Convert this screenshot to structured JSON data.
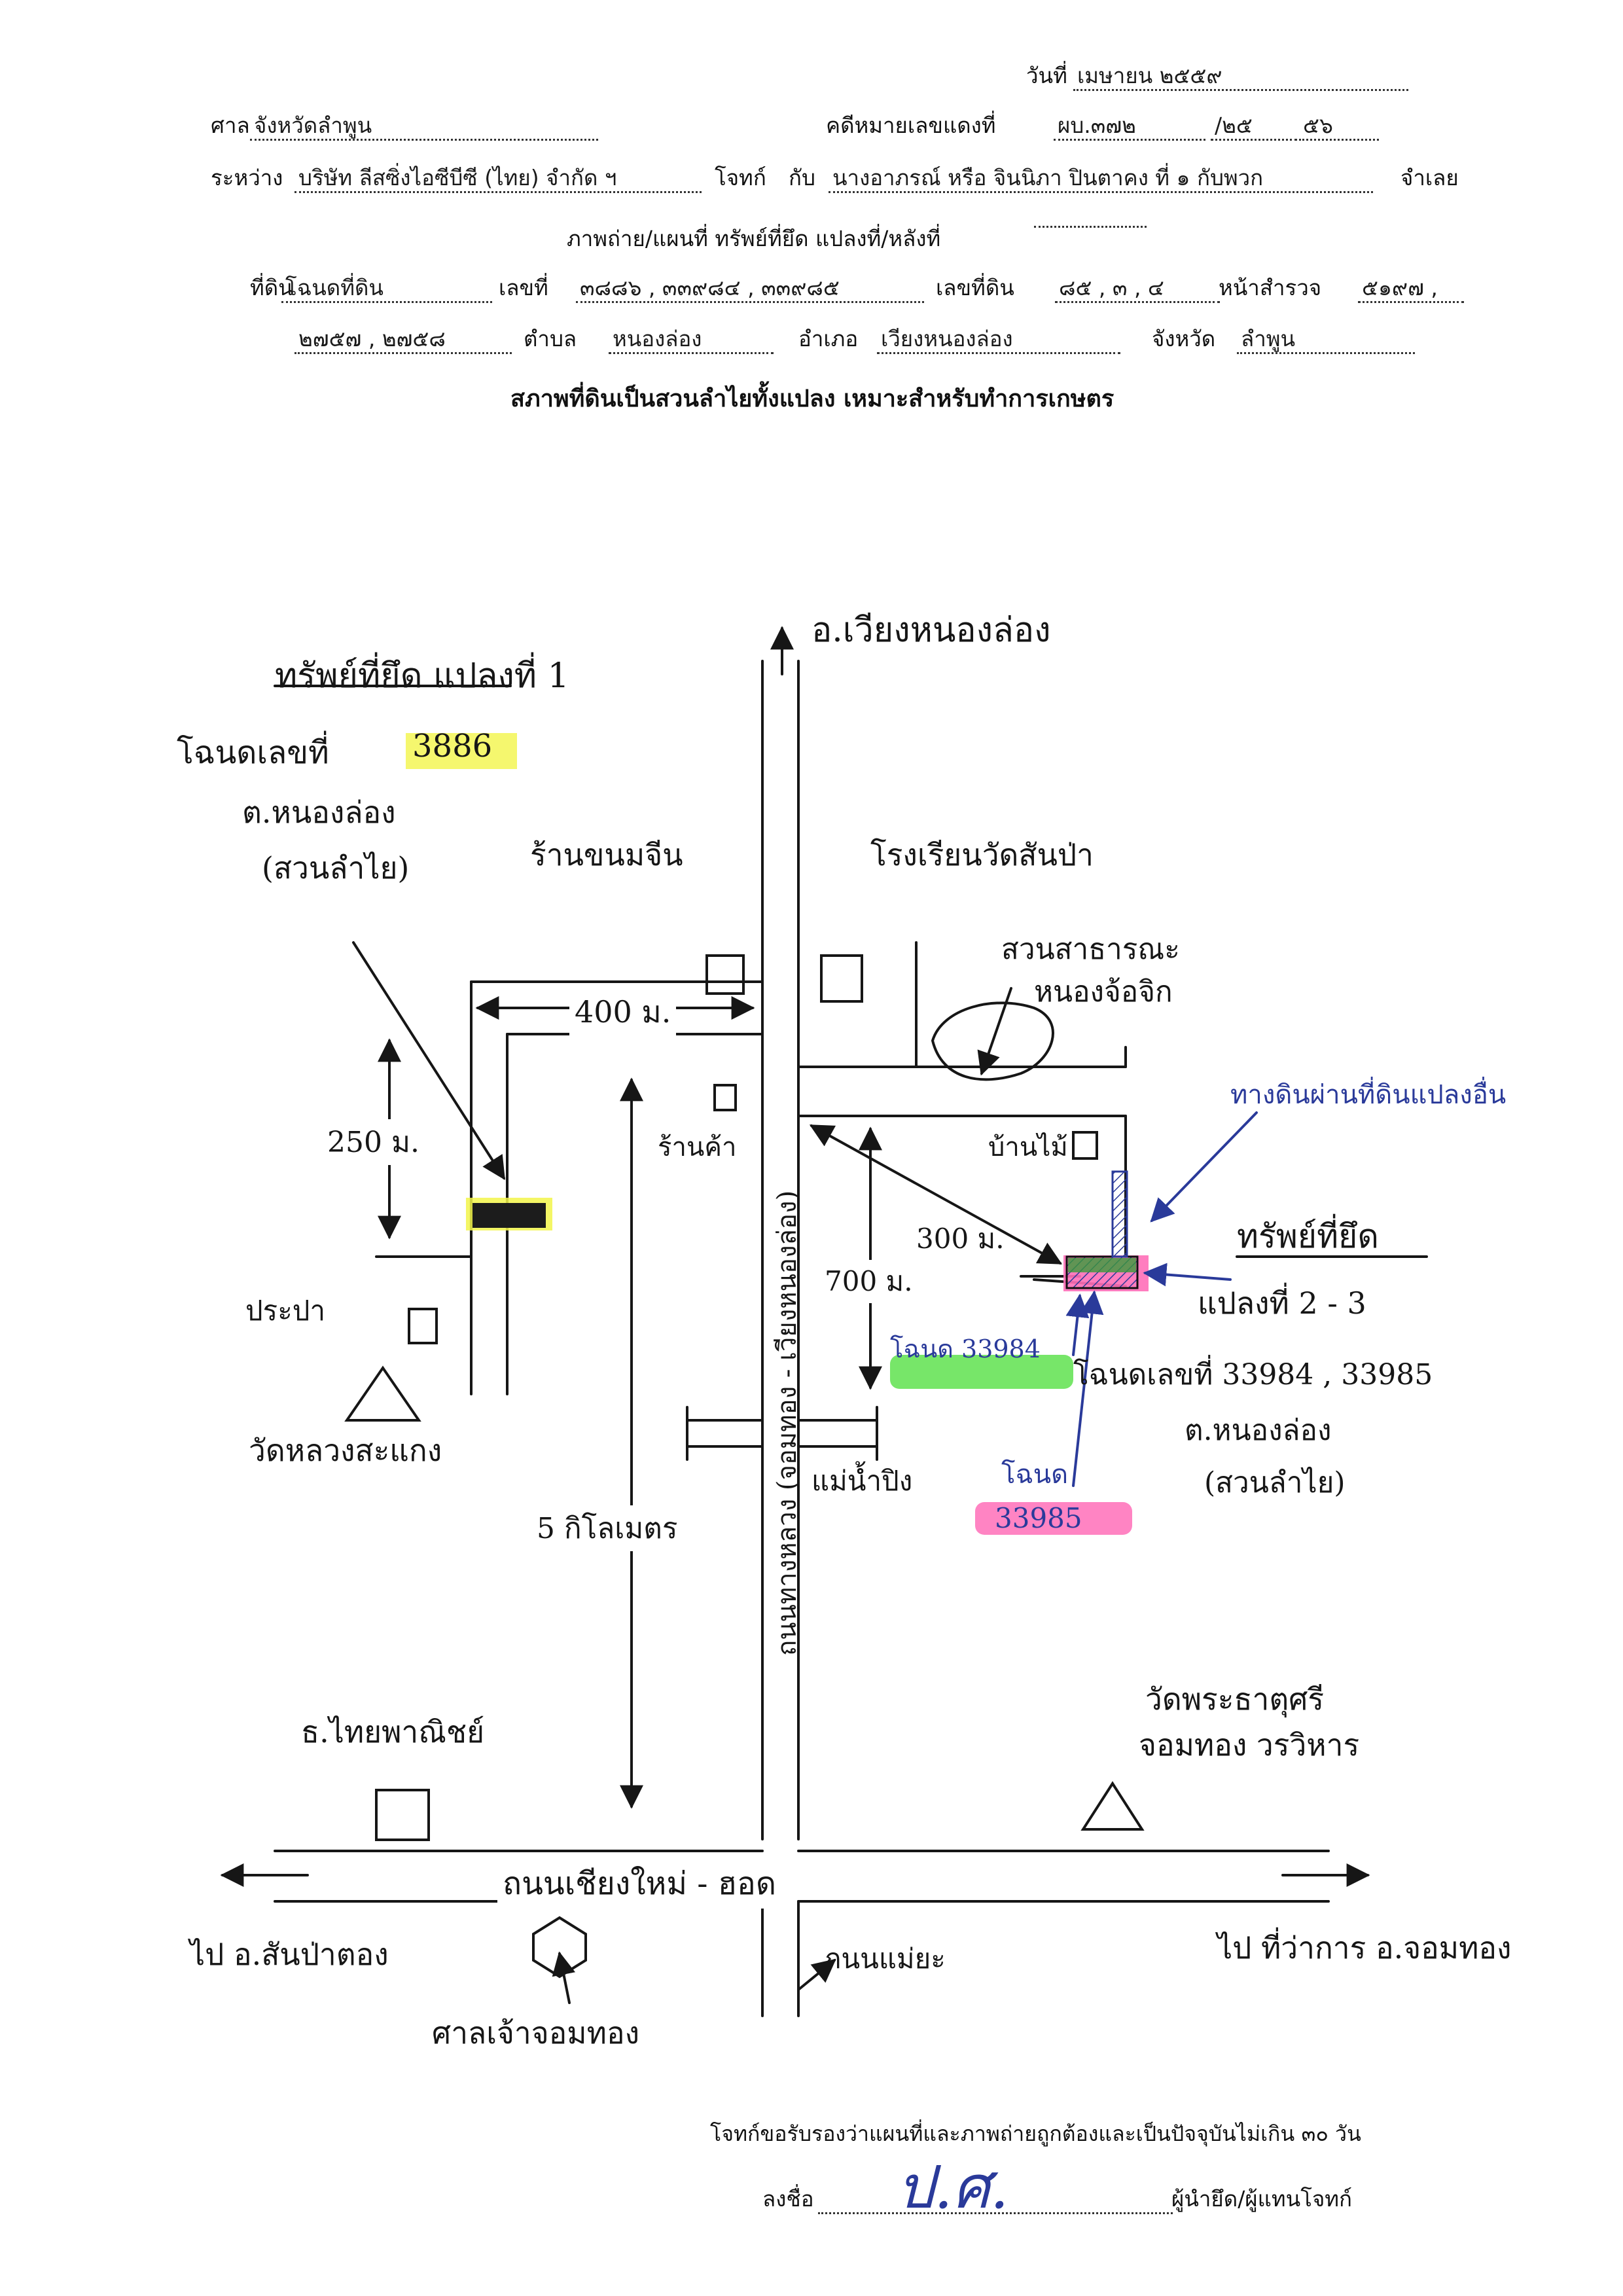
{
  "header": {
    "date_label": "วันที่",
    "date_value": "เมษายน  ๒๕๕๙",
    "court_label": "ศาล",
    "court_value": "จังหวัดลำพูน",
    "case_label": "คดีหมายเลขแดงที่",
    "case_prefix": "ผบ.๓๗๒",
    "case_number": "/๒๕",
    "case_year": "๕๖",
    "between_label": "ระหว่าง",
    "plaintiff": "บริษัท ลีสซิ่งไอซีบีซี (ไทย) จำกัด ฯ",
    "plaintiff_role": "โจทก์",
    "with_label": "กับ",
    "defendant": "นางอาภรณ์ หรือ จินนิภา  ปินตาคง  ที่ ๑ กับพวก",
    "defendant_role": "จำเลย",
    "photo_map_label": "ภาพถ่าย/แผนที่ ทรัพย์ที่ยึด  แปลงที่/หลังที่",
    "land_label": "ที่ดิน",
    "deed_type": "โฉนดที่ดิน",
    "deed_no_label": "เลขที่",
    "deed_numbers": "๓๘๘๖ , ๓๓๙๘๔ , ๓๓๙๘๕",
    "land_no_label": "เลขที่ดิน",
    "land_numbers": "๘๕ , ๓ , ๔",
    "survey_label": "หน้าสำรวจ",
    "survey_numbers_1": "๕๑๙๗ ,",
    "survey_numbers_2": "๒๗๕๗ , ๒๗๕๘",
    "subdistrict_label": "ตำบล",
    "subdistrict": "หนองล่อง",
    "district_label": "อำเภอ",
    "district": "เวียงหนองล่อง",
    "province_label": "จังหวัด",
    "province": "ลำพูน",
    "condition": "สภาพที่ดินเป็นสวนลำไยทั้งแปลง เหมาะสำหรับทำการเกษตร"
  },
  "map": {
    "to_north": "อ.เวียงหนองล่อง",
    "parcel1_title": "ทรัพย์ที่ยึด แปลงที่ 1",
    "parcel1_deed": "โฉนดเลขที่",
    "parcel1_deed_no": "3886",
    "parcel1_sub": "ต.หนองล่อง",
    "parcel1_use": "(สวนลำไย)",
    "shop_rice": "ร้านขนมจีน",
    "school": "โรงเรียนวัดสันป่า",
    "public_park": "สวนสาธารณะ",
    "pond": "หนองจ้อจิก",
    "dist_400": "400 ม.",
    "dist_250": "250 ม.",
    "shop_goods": "ร้านค้า",
    "wood_house": "บ้านไม้",
    "blue_path_note": "ทางดินผ่านที่ดินแปลงอื่น",
    "dist_300": "300 ม.",
    "dist_700": "700 ม.",
    "parcel23_title": "ทรัพย์ที่ยึด",
    "parcel23_sub_title": "แปลงที่ 2 - 3",
    "deed_33984": "โฉนด 33984",
    "parcel23_deeds": "โฉนดเลขที่ 33984 , 33985",
    "parcel23_sub": "ต.หนองล่อง",
    "parcel23_use": "(สวนลำไย)",
    "deed_33985_label": "โฉนด",
    "deed_33985": "33985",
    "pracha_pa": "ประปา",
    "temple_left": "วัดหลวงสะแกง",
    "river": "แม่น้ำปิง",
    "dist_5km": "5 กิโลเมตร",
    "road_vertical": "ถนนทางหลวง (จอมทอง - เวียงหนองล่อง)",
    "bank": "ธ.ไทยพาณิชย์",
    "temple_right_1": "วัดพระธาตุศรี",
    "temple_right_2": "จอมทอง วรวิหาร",
    "road_horizontal": "ถนนเชียงใหม่ - ฮอด",
    "to_sanpatong": "ไป อ.สันป่าตอง",
    "to_jomtong_office": "ไป ที่ว่าการ อ.จอมทอง",
    "road_mae_ya": "ถนนแม่ยะ",
    "shrine": "ศาลเจ้าจอมทอง"
  },
  "footer": {
    "certify": "โจทก์ขอรับรองว่าแผนที่และภาพถ่ายถูกต้องและเป็นปัจจุบันไม่เกิน ๓๐ วัน",
    "sign_label": "ลงชื่อ",
    "signature": "ป.ศ.",
    "signer_role": "ผู้นำยึด/ผู้แทนโจทก์"
  },
  "colors": {
    "highlight_yellow": "#f2f54a",
    "highlight_green": "#5fe24f",
    "highlight_pink": "#ff6fb8",
    "pen_blue": "#2a3a9a",
    "ink": "#161616"
  }
}
